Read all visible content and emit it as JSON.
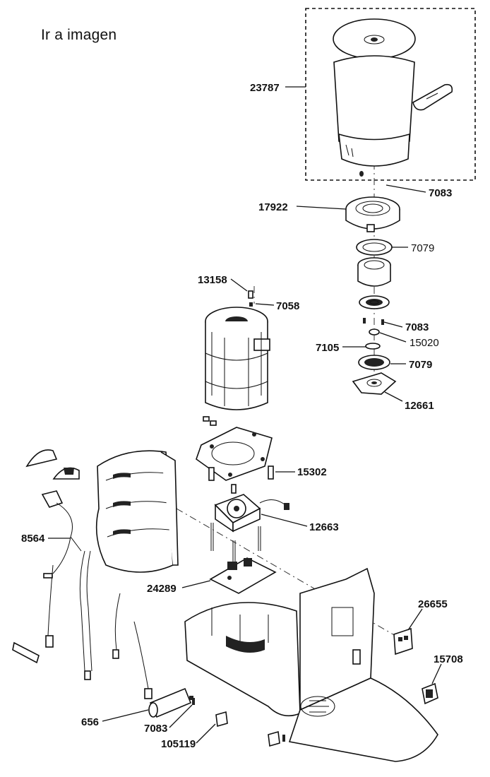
{
  "header": {
    "link_label": "Ir a imagen"
  },
  "parts": [
    {
      "id": "23787"
    },
    {
      "id": "7083"
    },
    {
      "id": "17922"
    },
    {
      "id": "7079"
    },
    {
      "id": "13158"
    },
    {
      "id": "7058"
    },
    {
      "id": "7083"
    },
    {
      "id": "7105"
    },
    {
      "id": "15020"
    },
    {
      "id": "7079"
    },
    {
      "id": "12661"
    },
    {
      "id": "15302"
    },
    {
      "id": "12663"
    },
    {
      "id": "8564"
    },
    {
      "id": "24289"
    },
    {
      "id": "26655"
    },
    {
      "id": "15708"
    },
    {
      "id": "656"
    },
    {
      "id": "7083"
    },
    {
      "id": "105119"
    }
  ]
}
